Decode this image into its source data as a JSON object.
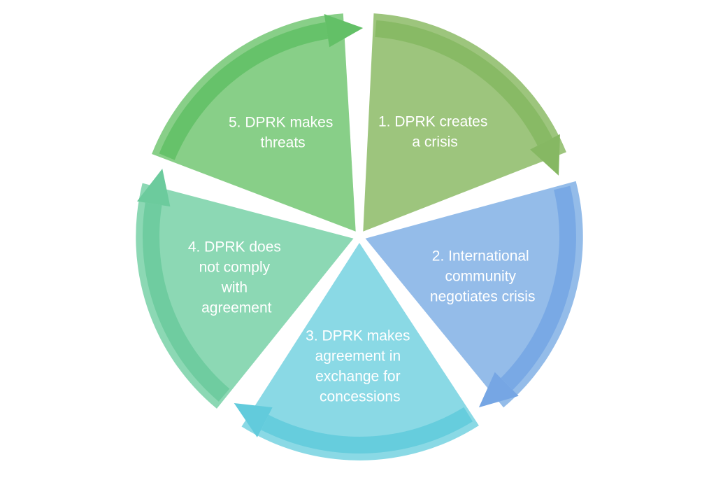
{
  "diagram": {
    "type": "cycle",
    "steps": [
      {
        "lines": [
          "1. DPRK creates",
          "a crisis"
        ],
        "color": "#98c276",
        "arrow_color": "#86b863"
      },
      {
        "lines": [
          "2. International",
          "community",
          "negotiates crisis"
        ],
        "color": "#8eb8e8",
        "arrow_color": "#76a6e4"
      },
      {
        "lines": [
          "3. DPRK makes",
          "agreement in",
          "exchange for",
          "concessions"
        ],
        "color": "#84d7e4",
        "arrow_color": "#62cbdc"
      },
      {
        "lines": [
          "4. DPRK does",
          "not comply",
          "with",
          "agreement"
        ],
        "color": "#86d6b0",
        "arrow_color": "#6ccb9d"
      },
      {
        "lines": [
          "5. DPRK makes",
          "threats"
        ],
        "color": "#82cc82",
        "arrow_color": "#63c067"
      }
    ]
  }
}
